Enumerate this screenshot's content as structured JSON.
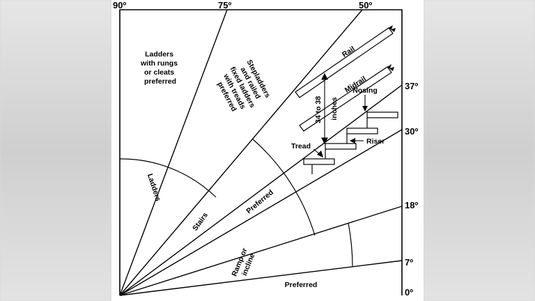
{
  "angles": {
    "a90": "90º",
    "a75": "75º",
    "a50": "50º",
    "a37": "37º",
    "a30": "30º",
    "a18": "18º",
    "a7": "7º",
    "a0": "0º"
  },
  "zones": {
    "ladders_title": [
      "Ladders",
      "with rungs",
      "or cleats",
      "preferred"
    ],
    "stepladders_title": [
      "Stepladders",
      "and railed",
      "fixed ladders",
      "with treads",
      "preferred"
    ],
    "ladders_arc": "Ladders",
    "stairs": "Stairs",
    "stairs_preferred": "Preferred",
    "ramp": [
      "Ramp or",
      "incline"
    ],
    "ramp_preferred": "Preferred"
  },
  "stair_parts": {
    "rail": "Rail",
    "midrail": "Midrail",
    "nosing": "Nosing",
    "height": [
      "34 to 38",
      "inches"
    ],
    "tread": "Tread",
    "riser": "Riser"
  },
  "colors": {
    "ink": "#000000",
    "paper": "#ffffff",
    "backdrop": "#d9d9d9"
  }
}
